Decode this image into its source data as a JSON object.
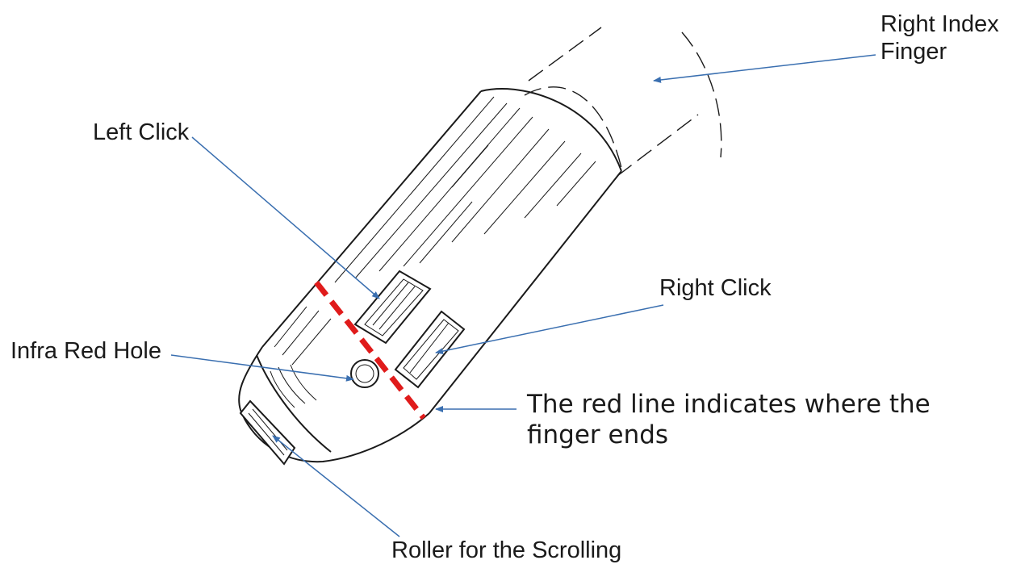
{
  "labels": {
    "right_index_finger": [
      "Right Index",
      "Finger"
    ],
    "left_click": "Left Click",
    "right_click": "Right Click",
    "infra_red_hole": "Infra Red Hole",
    "red_line_note": [
      "The red line indicates where the",
      "finger ends"
    ],
    "roller": "Roller for the Scrolling"
  },
  "colors": {
    "leader_line": "#3a6fb0",
    "red_line": "#e01b1b",
    "drawing": "#1a1a1a"
  }
}
